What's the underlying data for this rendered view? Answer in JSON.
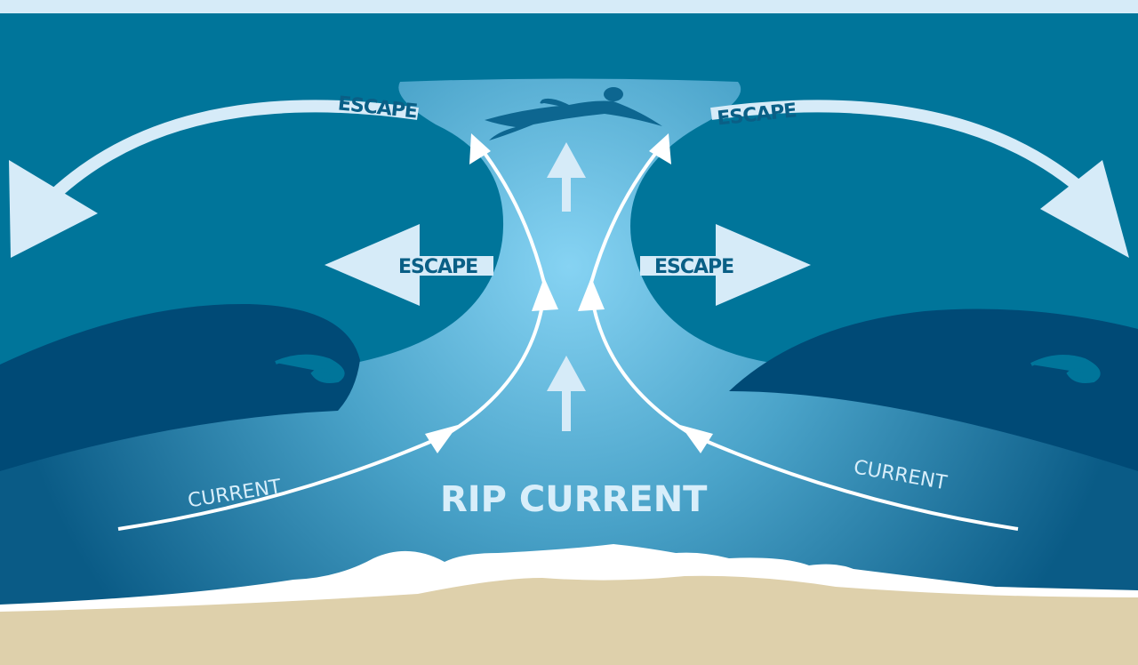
{
  "diagram": {
    "title": "Rip current escape diagram",
    "center_label": "RIP CURRENT",
    "escape_labels": [
      "ESCAPE",
      "ESCAPE",
      "ESCAPE",
      "ESCAPE"
    ],
    "current_labels": [
      "CURRENT",
      "CURRENT"
    ],
    "figures": [
      "swimmer",
      "waves",
      "shore",
      "sand"
    ],
    "colors": {
      "sky": "#d6ebf8",
      "deep_water": "#00759a",
      "wave_dark": "#004a76",
      "rip_light": "#7fcdf0",
      "arrow_light": "#d6ebf8",
      "surf": "#ffffff",
      "sand": "#ded0ab",
      "label_dark": "#0a5f86"
    }
  }
}
